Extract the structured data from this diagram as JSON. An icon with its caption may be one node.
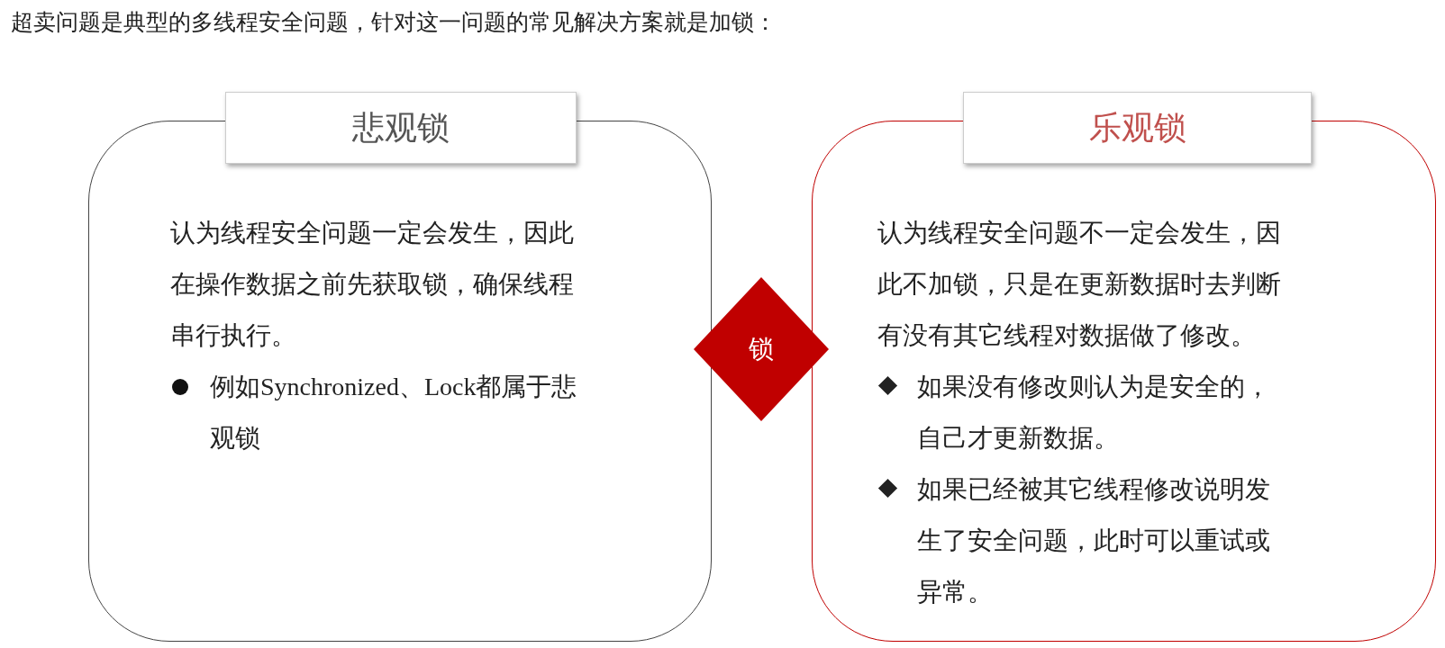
{
  "diagram": {
    "title": "超卖问题是典型的多线程安全问题，针对这一问题的常见解决方案就是加锁：",
    "nodes": [
      {
        "text": [
          "悲观锁"
        ]
      },
      {
        "text": [
          "认为线程安全问题一定会发生，因此在操作数据之前先获取锁，确保线程串行执行。",
          "例如Synchronized、Lock都属于悲观锁"
        ]
      },
      {
        "text": [
          "锁"
        ]
      },
      {
        "text": [
          "乐观锁"
        ]
      },
      {
        "text": [
          "认为线程安全问题不一定会发生，因此不加锁，只是在更新数据时去判断有没有其它线程对数据做了修改。",
          "如果没有修改则认为是安全的，自己才更新数据。",
          "如果已经被其它线程修改说明发生了安全问题，此时可以重试或异常。"
        ]
      }
    ],
    "edges": []
  }
}
